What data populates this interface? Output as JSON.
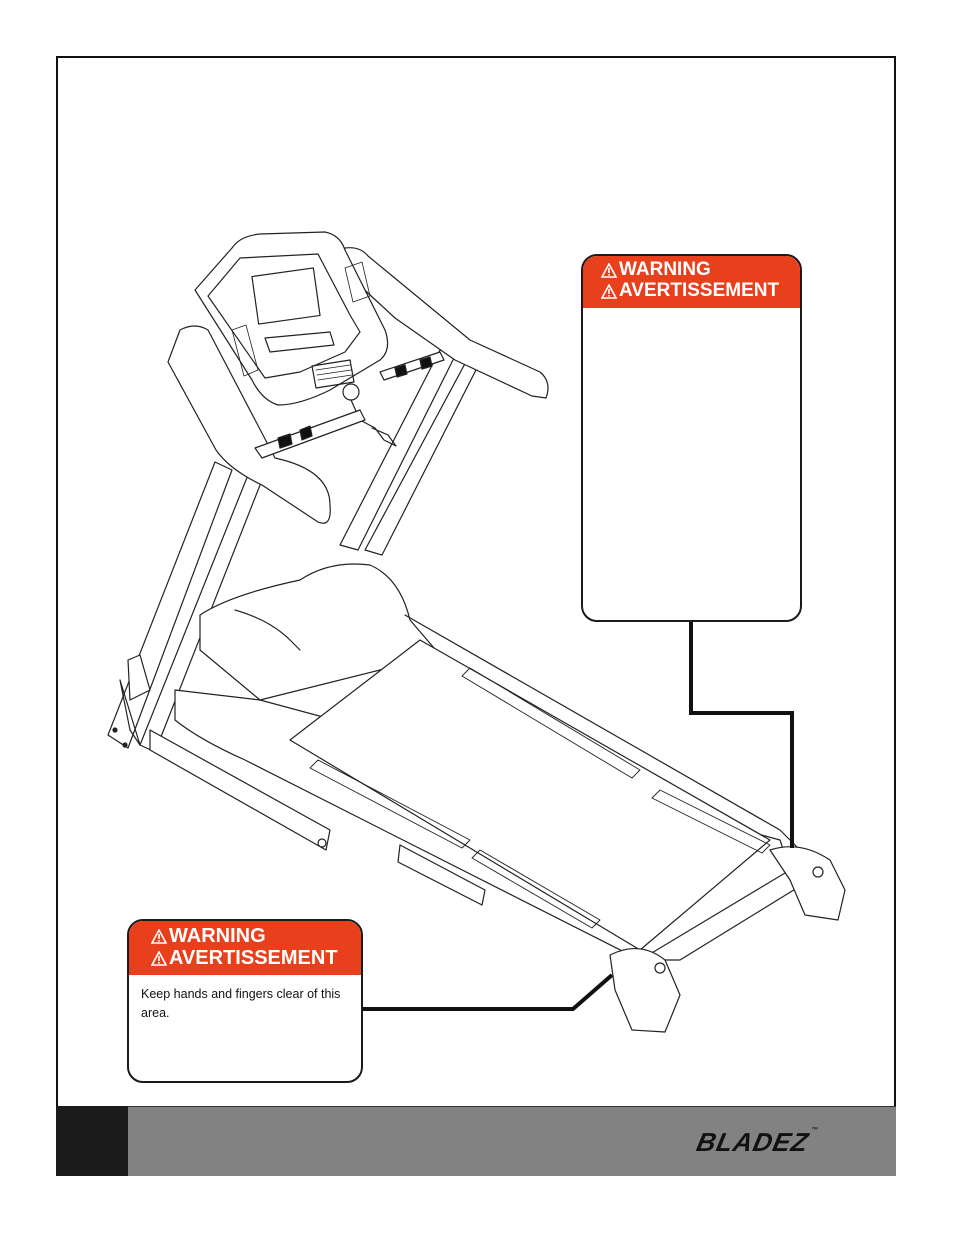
{
  "labels": {
    "top": {
      "line1": "WARNING",
      "line2": "AVERTISSEMENT",
      "body": ""
    },
    "bottom": {
      "line1": "WARNING",
      "line2": "AVERTISSEMENT",
      "body": "Keep hands and fingers clear of this area."
    }
  },
  "footer": {
    "brand": "BLADEZ",
    "trademark": "™",
    "page_number": ""
  },
  "colors": {
    "warning_header": "#e8401c",
    "footer_grey": "#828282",
    "footer_black": "#1b1b1b"
  },
  "icons": {
    "warning": "warning-triangle-icon"
  }
}
